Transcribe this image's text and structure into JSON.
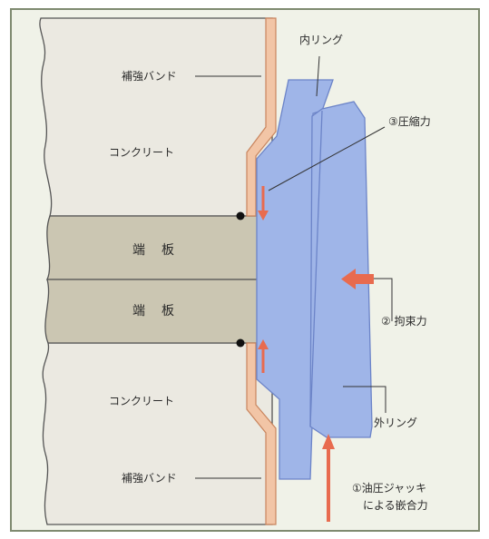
{
  "labels": {
    "inner_ring": "内リング",
    "reinforcing_band_top": "補強バンド",
    "concrete_top": "コンクリート",
    "compression_force": "③圧縮力",
    "end_plate_top": "端　板",
    "end_plate_bottom": "端　板",
    "restraint_force": "② 拘束力",
    "concrete_bottom": "コンクリート",
    "outer_ring": "外リング",
    "reinforcing_band_bottom": "補強バンド",
    "jack_force_line1": "①油圧ジャッキ",
    "jack_force_line2": "による嵌合力"
  },
  "colors": {
    "background": "#f0f2e8",
    "frame": "#7f8a70",
    "concrete": "#ebe9e1",
    "end_plate": "#cbc6b2",
    "band_outer": "#f2c5a6",
    "band_inner": "#c9855e",
    "ring": "#9fb5e8",
    "ring_edge": "#6c84c8",
    "arrow": "#e86b4f",
    "leader": "#333333"
  }
}
